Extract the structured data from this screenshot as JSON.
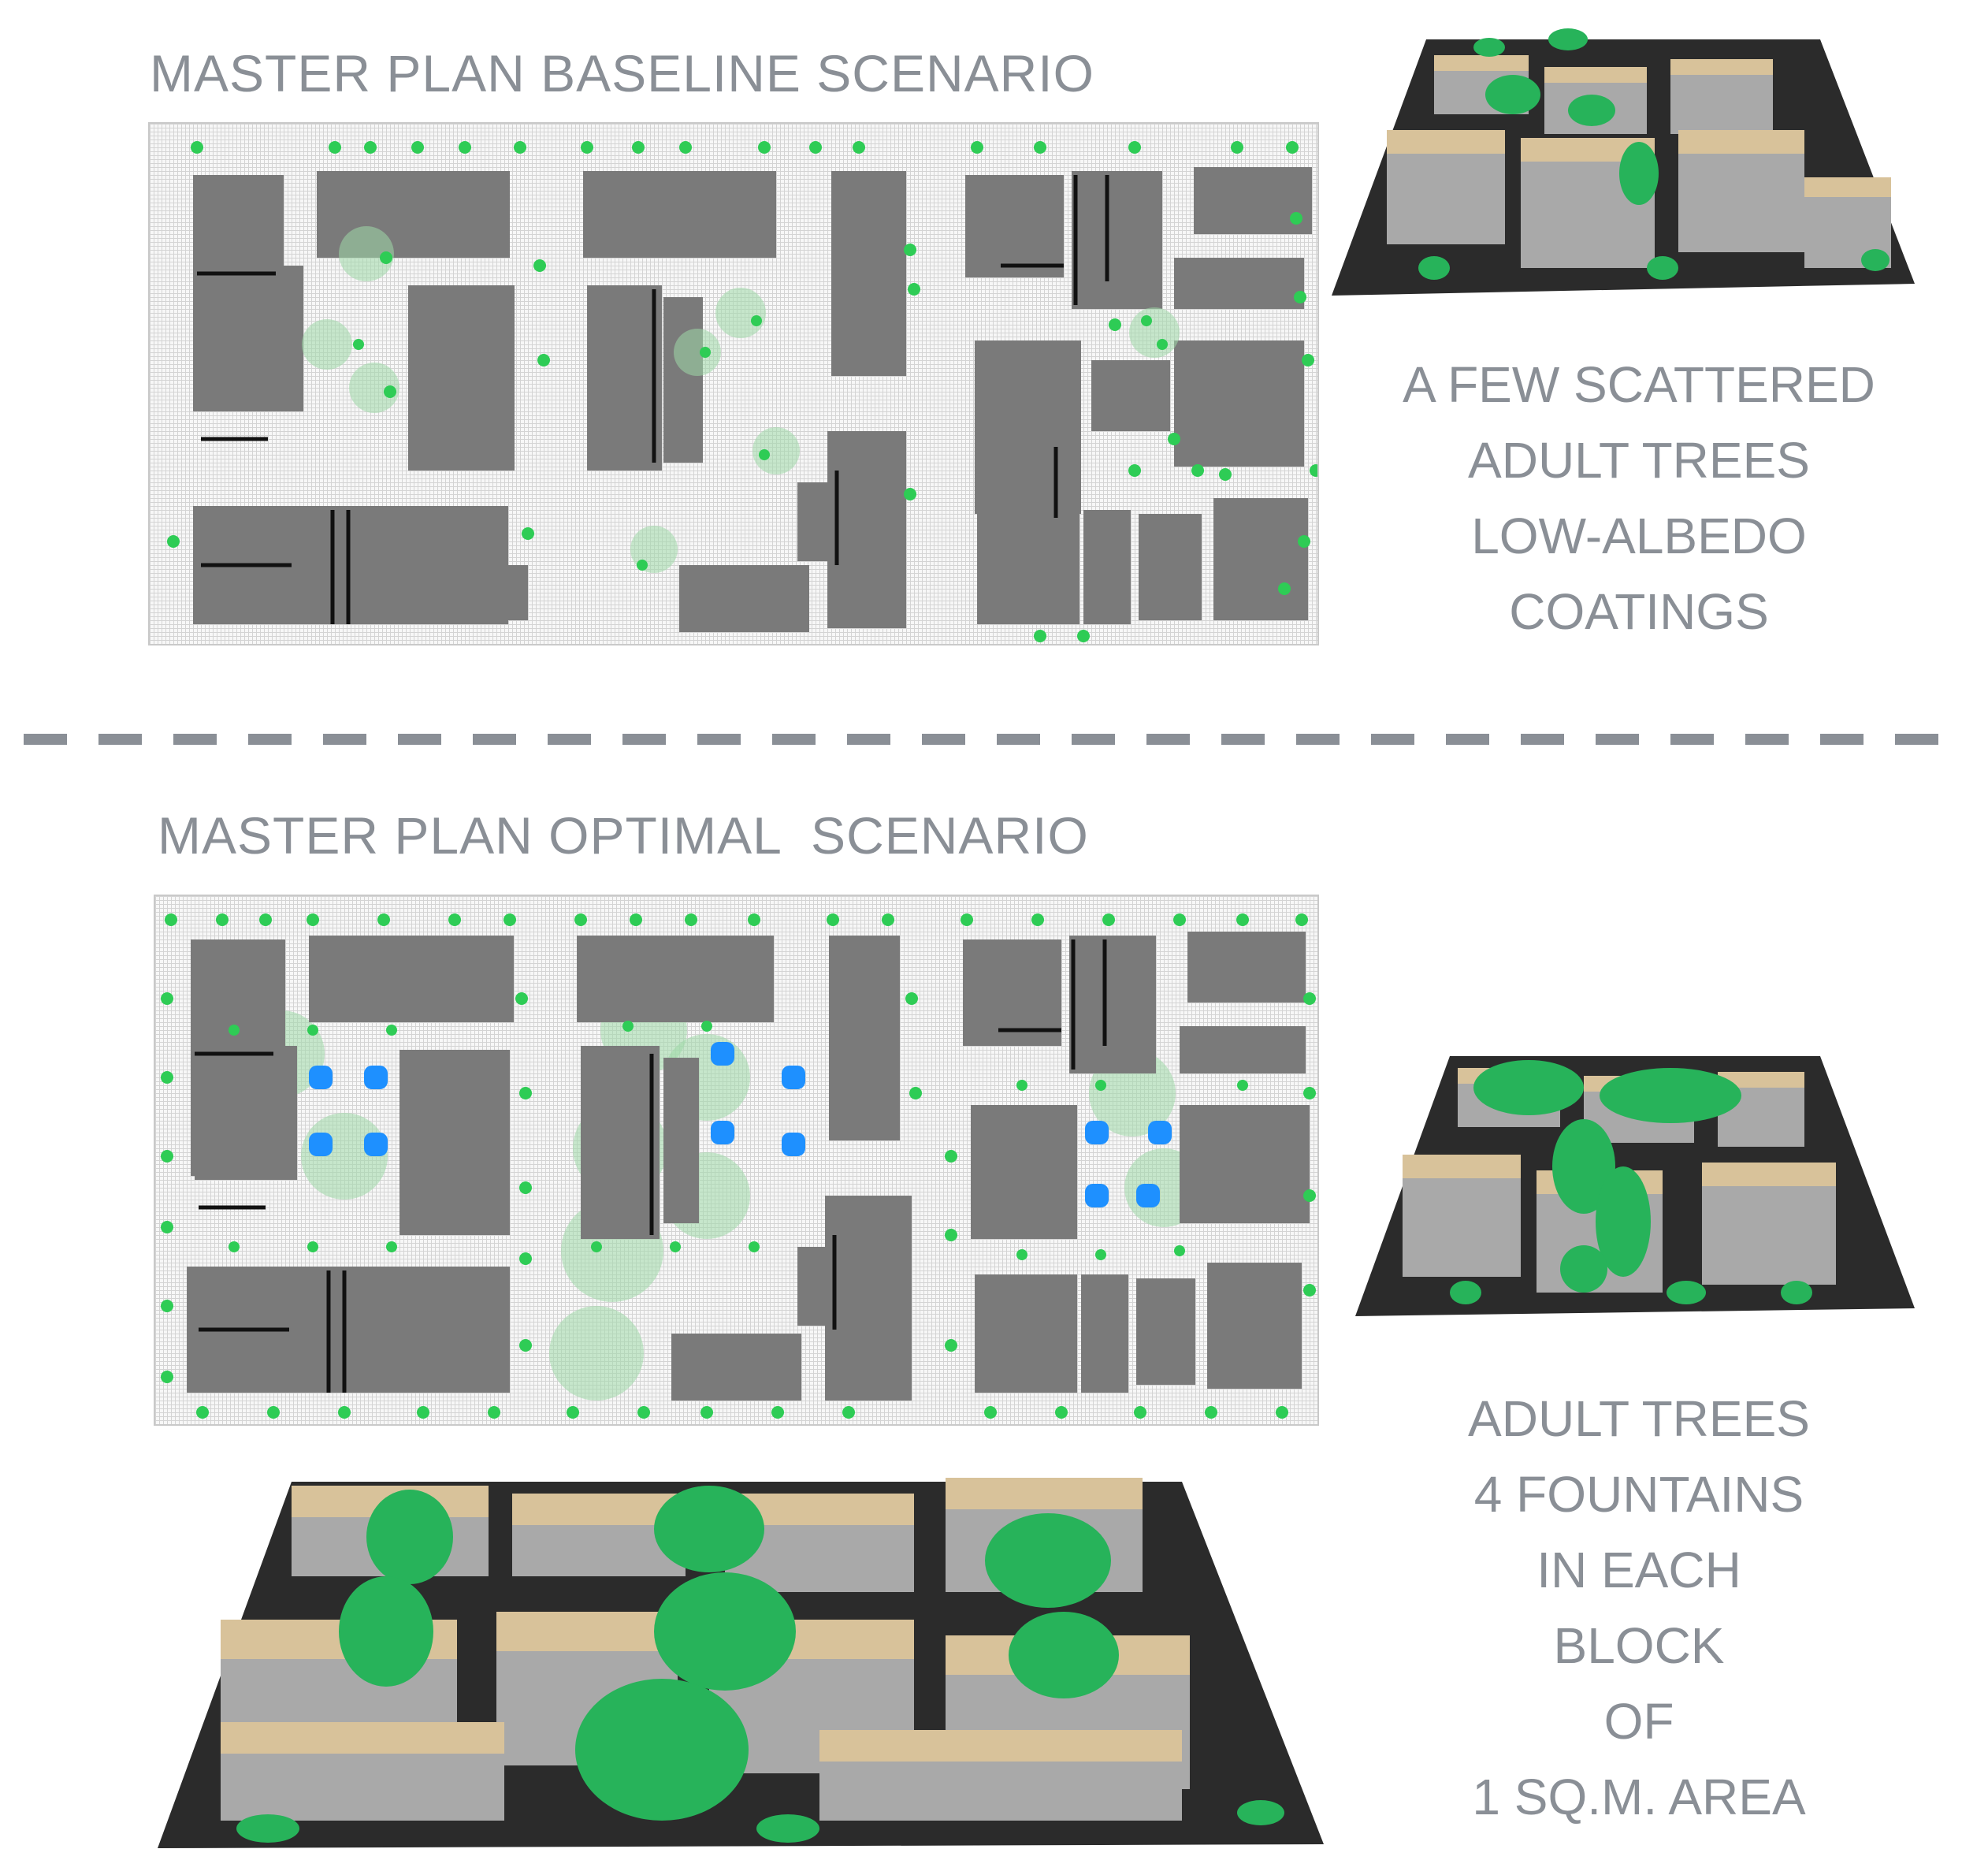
{
  "baseline": {
    "title": "MASTER PLAN BASELINE SCENARIO",
    "caption": [
      "A FEW SCATTERED",
      "ADULT TREES",
      "LOW-ALBEDO",
      "COATINGS"
    ]
  },
  "optimal": {
    "title": "MASTER PLAN OPTIMAL  SCENARIO",
    "caption": [
      "ADULT TREES",
      "4 FOUNTAINS",
      "IN EACH",
      "BLOCK",
      "OF",
      "1 SQ.M. AREA"
    ]
  },
  "colors": {
    "building": "#7a7a7a",
    "tree": "#2ecc55",
    "tree_canopy": "#9fd9a8",
    "fountain": "#1e90ff",
    "roof": "#d8c29a",
    "wall": "#a9a9a9",
    "ground": "#2b2b2b",
    "divider": "#8a8f96"
  }
}
